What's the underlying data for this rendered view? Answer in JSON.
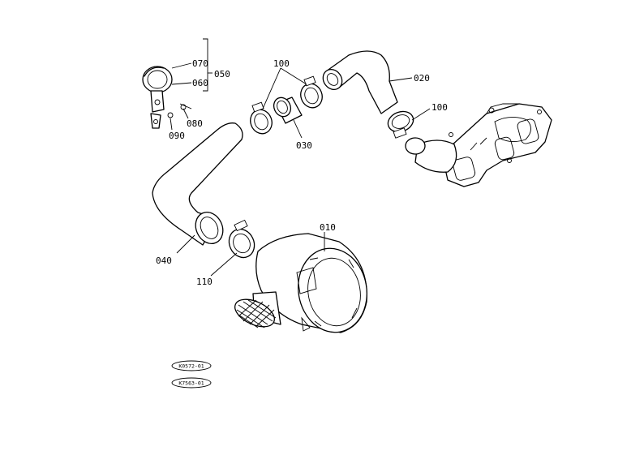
{
  "callouts": {
    "c070": "070",
    "c060": "060",
    "c050": "050",
    "c080": "080",
    "c090": "090",
    "c100a": "100",
    "c100b": "100",
    "c020": "020",
    "c030": "030",
    "c040": "040",
    "c010": "010",
    "c110": "110"
  },
  "refs": {
    "r1": "K0572-01",
    "r2": "K7563-01"
  }
}
